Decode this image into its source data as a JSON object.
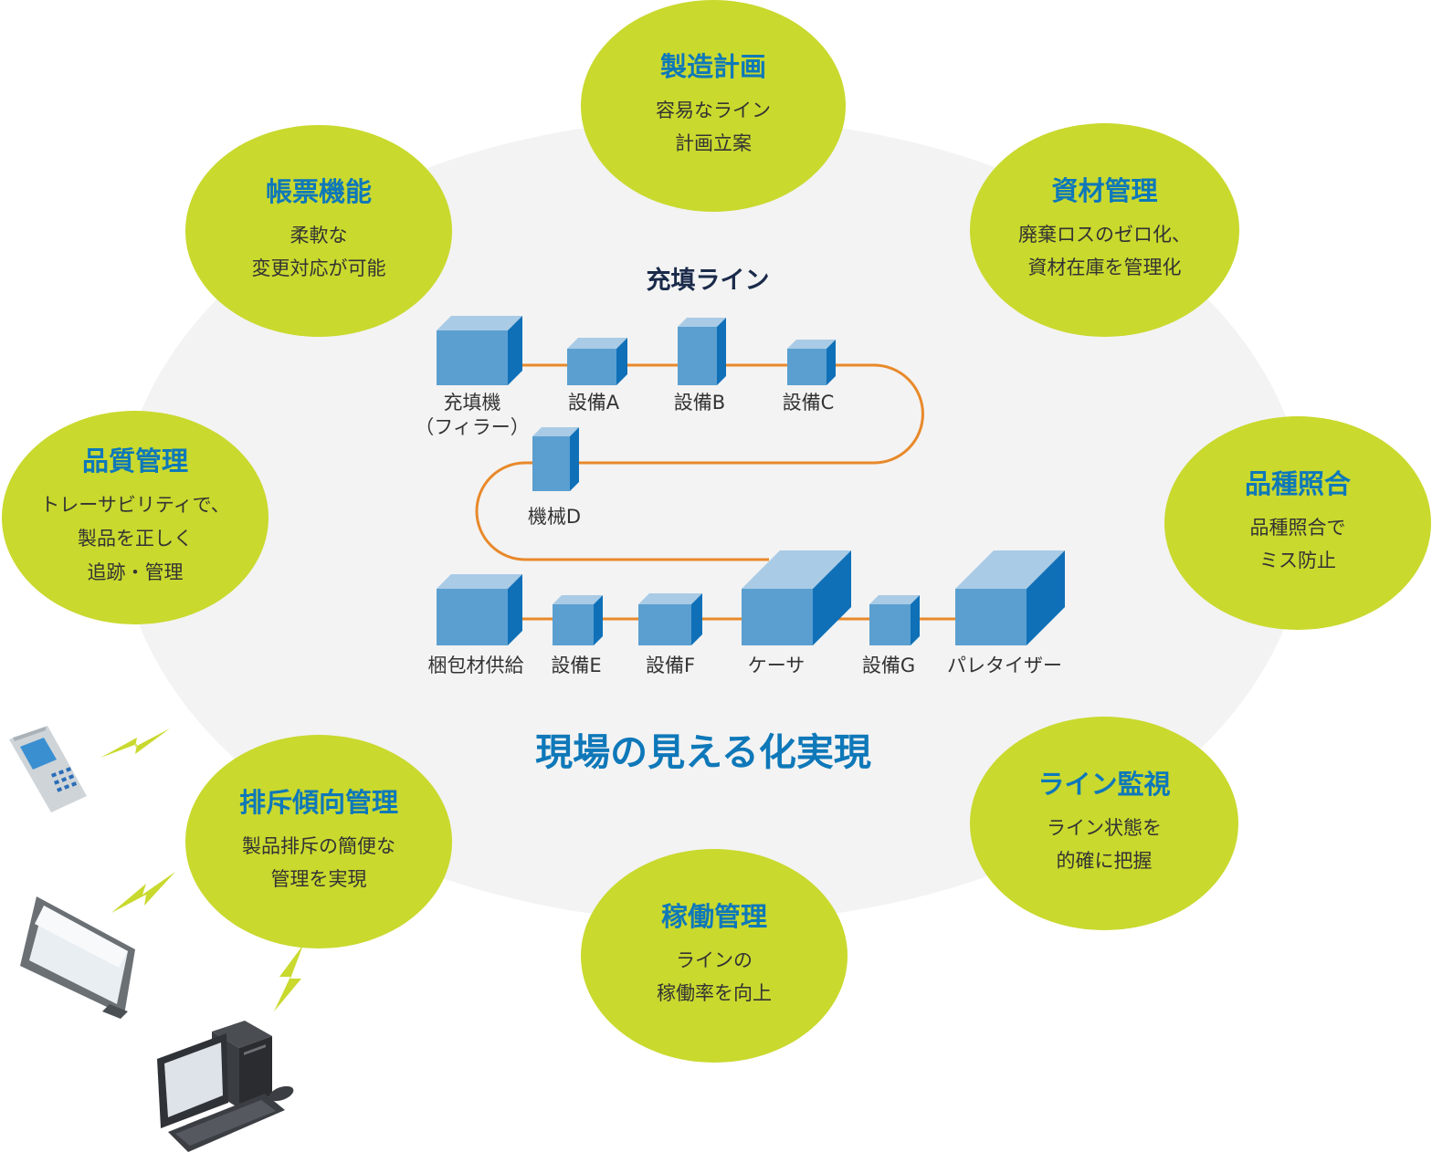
{
  "diagram": {
    "line_title": "充填ライン",
    "main_caption": "現場の見える化実現",
    "bubbles": [
      {
        "key": "seizou",
        "title": "製造計画",
        "desc": [
          "容易なライン",
          "計画立案"
        ]
      },
      {
        "key": "chouhyou",
        "title": "帳票機能",
        "desc": [
          "柔軟な",
          "変更対応が可能"
        ]
      },
      {
        "key": "shizai",
        "title": "資材管理",
        "desc": [
          "廃棄ロスのゼロ化、",
          "資材在庫を管理化"
        ]
      },
      {
        "key": "hinshitsu",
        "title": "品質管理",
        "desc": [
          "トレーサビリティで、",
          "製品を正しく",
          "追跡・管理"
        ]
      },
      {
        "key": "hinshu",
        "title": "品種照合",
        "desc": [
          "品種照合で",
          "ミス防止"
        ]
      },
      {
        "key": "haiseki",
        "title": "排斥傾向管理",
        "desc": [
          "製品排斥の簡便な",
          "管理を実現"
        ]
      },
      {
        "key": "line",
        "title": "ライン監視",
        "desc": [
          "ライン状態を",
          "的確に把握"
        ]
      },
      {
        "key": "kadou",
        "title": "稼働管理",
        "desc": [
          "ラインの",
          "稼働率を向上"
        ]
      }
    ],
    "machines": {
      "filler": [
        "充填機",
        "（フィラー）"
      ],
      "a": "設備A",
      "b": "設備B",
      "c": "設備C",
      "d": "機械D",
      "pack": "梱包材供給",
      "e": "設備E",
      "f": "設備F",
      "caser": "ケーサ",
      "g": "設備G",
      "pallet": "パレタイザー"
    },
    "colors": {
      "bubble": "#c9d92e",
      "bubble_title": "#0e78b9",
      "background_ellipse": "#f3f3f3",
      "connector": "#e8892a",
      "box_front": "#5a9fd0",
      "box_top": "#a9cbe6",
      "box_side": "#0f70b8",
      "caption": "#0e78b9",
      "lightning": "#c9d92e"
    },
    "devices": [
      "handheld-terminal-icon",
      "tablet-icon",
      "desktop-computer-icon"
    ]
  }
}
